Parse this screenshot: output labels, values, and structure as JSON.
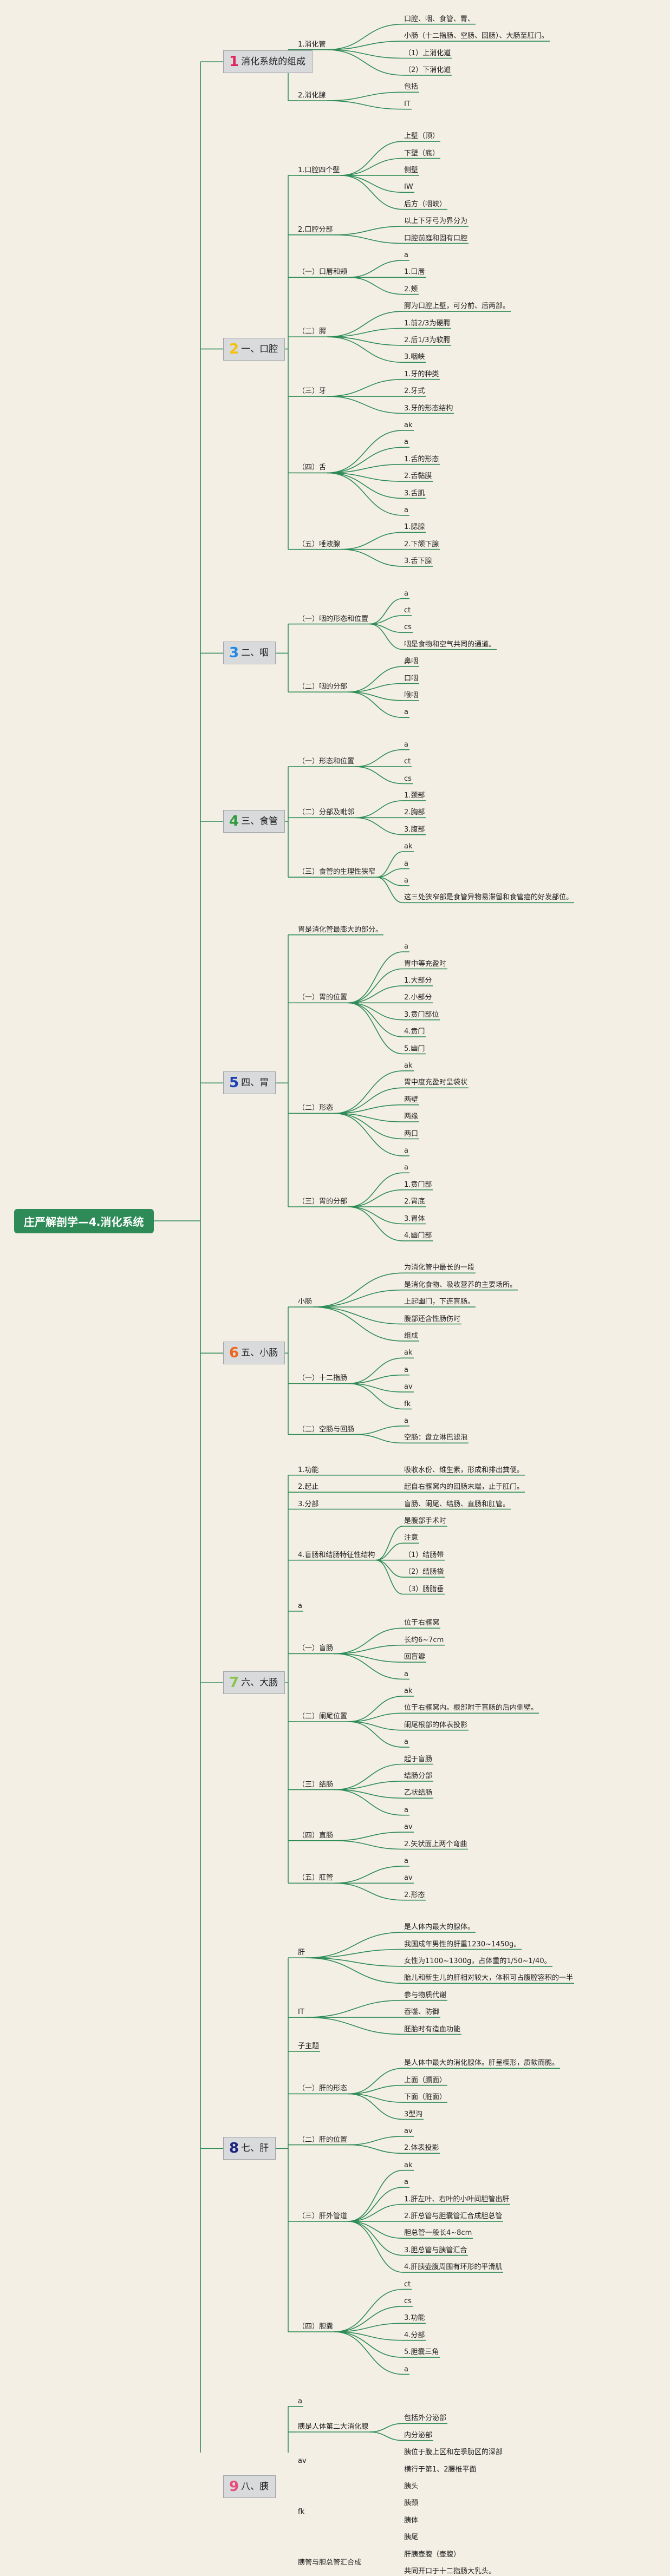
{
  "root": {
    "label": "庄严解剖学—4.消化系统"
  },
  "colors": {
    "line": "#2e8b57",
    "root_bg": "#2e8b57",
    "chapter_bg": "#d9dadc",
    "background": "#f3efe4",
    "nums": [
      "#e0245e",
      "#f4c20d",
      "#1e88e5",
      "#2e9b3c",
      "#1a3fb0",
      "#f0641e",
      "#8bc34a",
      "#1a237e",
      "#e94b7a"
    ]
  },
  "chapters": [
    {
      "num": "1",
      "title": "消化系统的组成",
      "children": [
        {
          "label": "1.消化管",
          "children": [
            {
              "label": "口腔、咽、食管、胃、"
            },
            {
              "label": "小肠（十二指肠、空肠、回肠）、大肠至肛门。"
            },
            {
              "label": "（1）上消化道"
            },
            {
              "label": "（2）下消化道"
            }
          ]
        },
        {
          "label": "2.消化腺",
          "children": [
            {
              "label": "包括"
            },
            {
              "label": "IT"
            }
          ]
        }
      ]
    },
    {
      "num": "2",
      "title": "一、口腔",
      "children": [
        {
          "label": "1.口腔四个壁",
          "children": [
            {
              "label": "上壁（顶）"
            },
            {
              "label": "下壁（底）"
            },
            {
              "label": "侧壁"
            },
            {
              "label": "IW"
            },
            {
              "label": "后方（咽峡）"
            }
          ]
        },
        {
          "label": "2.口腔分部",
          "children": [
            {
              "label": "以上下牙弓为界分为"
            },
            {
              "label": "口腔前庭和固有口腔"
            }
          ]
        },
        {
          "label": "（一）口唇和颊",
          "children": [
            {
              "label": "a"
            },
            {
              "label": "1.口唇"
            },
            {
              "label": "2.颊"
            }
          ]
        },
        {
          "label": "（二）腭",
          "children": [
            {
              "label": "腭为口腔上壁，可分前、后两部。"
            },
            {
              "label": "1.前2/3为硬腭"
            },
            {
              "label": "2.后1/3为软腭"
            },
            {
              "label": "3.咽峡"
            }
          ]
        },
        {
          "label": "（三）牙",
          "children": [
            {
              "label": "1.牙的种类"
            },
            {
              "label": "2.牙式"
            },
            {
              "label": "3.牙的形态结构"
            }
          ]
        },
        {
          "label": "（四）舌",
          "children": [
            {
              "label": "ak"
            },
            {
              "label": "a"
            },
            {
              "label": "1.舌的形态"
            },
            {
              "label": "2.舌黏膜"
            },
            {
              "label": "3.舌肌"
            },
            {
              "label": "a"
            }
          ]
        },
        {
          "label": "（五）唾液腺",
          "children": [
            {
              "label": "1.腮腺"
            },
            {
              "label": "2.下颌下腺"
            },
            {
              "label": "3.舌下腺"
            }
          ]
        }
      ]
    },
    {
      "num": "3",
      "title": "二、咽",
      "children": [
        {
          "label": "（一）咽的形态和位置",
          "children": [
            {
              "label": "a"
            },
            {
              "label": "ct"
            },
            {
              "label": "cs"
            },
            {
              "label": "咽是食物和空气共同的通道。"
            }
          ]
        },
        {
          "label": "（二）咽的分部",
          "children": [
            {
              "label": "鼻咽"
            },
            {
              "label": "口咽"
            },
            {
              "label": "喉咽"
            },
            {
              "label": "a"
            }
          ]
        }
      ]
    },
    {
      "num": "4",
      "title": "三、食管",
      "children": [
        {
          "label": "（一）形态和位置",
          "children": [
            {
              "label": "a"
            },
            {
              "label": "ct"
            },
            {
              "label": "cs"
            }
          ]
        },
        {
          "label": "（二）分部及毗邻",
          "children": [
            {
              "label": "1.颈部"
            },
            {
              "label": "2.胸部"
            },
            {
              "label": "3.腹部"
            }
          ]
        },
        {
          "label": "（三）食管的生理性狭窄",
          "children": [
            {
              "label": "ak"
            },
            {
              "label": "a"
            },
            {
              "label": "a"
            },
            {
              "label": "这三处狭窄部是食管异物易滞留和食管癌的好发部位。"
            }
          ]
        }
      ]
    },
    {
      "num": "5",
      "title": "四、胃",
      "children": [
        {
          "label": "胃是消化管最膨大的部分。"
        },
        {
          "label": "（一）胃的位置",
          "children": [
            {
              "label": "a"
            },
            {
              "label": "胃中等充盈时"
            },
            {
              "label": "1.大部分"
            },
            {
              "label": "2.小部分"
            },
            {
              "label": "3.贲门部位"
            },
            {
              "label": "4.贲门"
            },
            {
              "label": "5.幽门"
            }
          ]
        },
        {
          "label": "（二）形态",
          "children": [
            {
              "label": "ak"
            },
            {
              "label": "胃中度充盈时呈袋状"
            },
            {
              "label": "两壁"
            },
            {
              "label": "两缘"
            },
            {
              "label": "两口"
            },
            {
              "label": "a"
            }
          ]
        },
        {
          "label": "（三）胃的分部",
          "children": [
            {
              "label": "a"
            },
            {
              "label": "1.贲门部"
            },
            {
              "label": "2.胃底"
            },
            {
              "label": "3.胃体"
            },
            {
              "label": "4.幽门部"
            }
          ]
        }
      ]
    },
    {
      "num": "6",
      "title": "五、小肠",
      "children": [
        {
          "label": "小肠",
          "children": [
            {
              "label": "为消化管中最长的一段"
            },
            {
              "label": "是消化食物、吸收营养的主要场所。"
            },
            {
              "label": "上起幽门，下连盲肠。"
            },
            {
              "label": "腹部还含性肠伤时"
            },
            {
              "label": "组成"
            }
          ]
        },
        {
          "label": "（一）十二指肠",
          "children": [
            {
              "label": "ak"
            },
            {
              "label": "a"
            },
            {
              "label": "av"
            },
            {
              "label": "fk"
            }
          ]
        },
        {
          "label": "（二）空肠与回肠",
          "children": [
            {
              "label": "a"
            },
            {
              "label": "空肠：盘立淋巴滤泡"
            }
          ]
        }
      ]
    },
    {
      "num": "7",
      "title": "六、大肠",
      "children": [
        {
          "label": "1.功能",
          "children": [
            {
              "label": "吸收水份、维生素，形成和排出粪便。"
            }
          ]
        },
        {
          "label": "2.起止",
          "children": [
            {
              "label": "起自右髂窝内的回肠末端，止于肛门。"
            }
          ]
        },
        {
          "label": "3.分部",
          "children": [
            {
              "label": "盲肠、阑尾、结肠、直肠和肛管。"
            }
          ]
        },
        {
          "label": "4.盲肠和结肠特征性结构",
          "children": [
            {
              "label": "是腹部手术时"
            },
            {
              "label": "注意"
            },
            {
              "label": "（1）结肠带"
            },
            {
              "label": "（2）结肠袋"
            },
            {
              "label": "（3）肠脂垂"
            }
          ]
        },
        {
          "label": "a"
        },
        {
          "label": "（一）盲肠",
          "children": [
            {
              "label": "位于右髂窝"
            },
            {
              "label": "长约6~7cm"
            },
            {
              "label": "回盲瓣"
            },
            {
              "label": "a"
            }
          ]
        },
        {
          "label": "（二）阑尾位置",
          "children": [
            {
              "label": "ak"
            },
            {
              "label": "位于右髂窝内。根部附于盲肠的后内侧壁。"
            },
            {
              "label": "阑尾根部的体表投影"
            },
            {
              "label": "a"
            }
          ]
        },
        {
          "label": "（三）结肠",
          "children": [
            {
              "label": "起于盲肠"
            },
            {
              "label": "结肠分部"
            },
            {
              "label": "乙状结肠"
            },
            {
              "label": "a"
            }
          ]
        },
        {
          "label": "（四）直肠",
          "children": [
            {
              "label": "av"
            },
            {
              "label": "2.矢状面上两个弯曲"
            }
          ]
        },
        {
          "label": "（五）肛管",
          "children": [
            {
              "label": "a"
            },
            {
              "label": "av"
            },
            {
              "label": "2.形态"
            }
          ]
        }
      ]
    },
    {
      "num": "8",
      "title": "七、肝",
      "children": [
        {
          "label": "肝",
          "children": [
            {
              "label": "是人体内最大的腺体。"
            },
            {
              "label": "我国成年男性的肝重1230~1450g。"
            },
            {
              "label": "女性为1100~1300g，占体重的1/50~1/40。"
            },
            {
              "label": "胎儿和新生儿的肝相对较大，体积可占腹腔容积的一半"
            }
          ]
        },
        {
          "label": "IT",
          "children": [
            {
              "label": "参与物质代谢"
            },
            {
              "label": "吞噬、防御"
            },
            {
              "label": "胚胎时有造血功能"
            }
          ]
        },
        {
          "label": "子主题"
        },
        {
          "label": "（一）肝的形态",
          "children": [
            {
              "label": "是人体中最大的消化腺体。肝呈楔形，质软而脆。"
            },
            {
              "label": "上面（膈面）"
            },
            {
              "label": "下面（脏面）"
            },
            {
              "label": "3型沟"
            }
          ]
        },
        {
          "label": "（二）肝的位置",
          "children": [
            {
              "label": "av"
            },
            {
              "label": "2.体表投影"
            }
          ]
        },
        {
          "label": "（三）肝外管道",
          "children": [
            {
              "label": "ak"
            },
            {
              "label": "a"
            },
            {
              "label": "1.肝左叶、右叶的小叶间胆管出肝"
            },
            {
              "label": "2.肝总管与胆囊管汇合成胆总管"
            },
            {
              "label": "胆总管一般长4~8cm"
            },
            {
              "label": "3.胆总管与胰管汇合"
            },
            {
              "label": "4.肝胰壶腹周围有环形的平滑肌"
            }
          ]
        },
        {
          "label": "（四）胆囊",
          "children": [
            {
              "label": "ct"
            },
            {
              "label": "cs"
            },
            {
              "label": "3.功能"
            },
            {
              "label": "4.分部"
            },
            {
              "label": "5.胆囊三角"
            },
            {
              "label": "a"
            }
          ]
        }
      ]
    },
    {
      "num": "9",
      "title": "八、胰",
      "children": [
        {
          "label": "a"
        },
        {
          "label": "胰是人体第二大消化腺",
          "children": [
            {
              "label": "包括外分泌部"
            },
            {
              "label": "内分泌部"
            }
          ]
        },
        {
          "label": "av",
          "children": [
            {
              "label": "胰位于腹上区和左季肋区的深部"
            },
            {
              "label": "横行于第1、2腰椎平面"
            }
          ]
        },
        {
          "label": "fk",
          "children": [
            {
              "label": "胰头"
            },
            {
              "label": "胰颈"
            },
            {
              "label": "胰体"
            },
            {
              "label": "胰尾"
            }
          ]
        },
        {
          "label": "胰管与胆总管汇合成",
          "children": [
            {
              "label": "肝胰壶腹（壶腹）"
            },
            {
              "label": "共同开口于十二指肠大乳头。"
            }
          ]
        }
      ]
    }
  ]
}
